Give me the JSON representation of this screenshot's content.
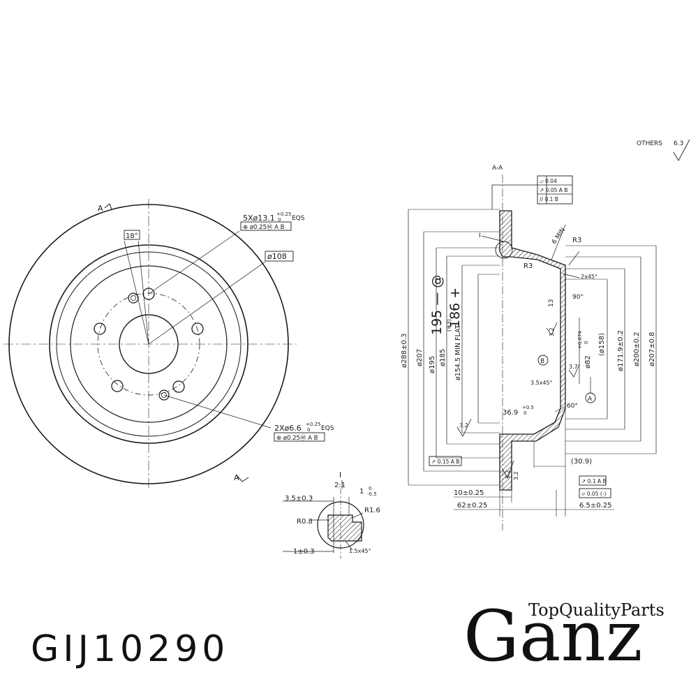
{
  "title_block": {
    "part_number": "GIJ10290",
    "brand": "Ganz",
    "tagline": "TopQualityParts"
  },
  "front_view": {
    "section_mark_top": "A",
    "section_mark_bottom": "A",
    "angle": "18°",
    "large_holes": "5Xø13.1",
    "large_holes_tol": "+0.25",
    "large_holes_tol_low": "0",
    "large_holes_eqs": "EQS",
    "large_holes_frame": "⊕ ø0.25Ⓜ A B",
    "pcd": "ø108",
    "small_holes": "2Xø6.6",
    "small_holes_tol": "+0.25",
    "small_holes_tol_low": "0",
    "small_holes_eqs": "EQS",
    "small_holes_frame": "⊕ ø0.25Ⓜ A B"
  },
  "detail_view": {
    "label": "I",
    "scale": "2:1",
    "dim_depth": "1",
    "dim_depth_tol": "0",
    "dim_depth_tol_low": "-0.5",
    "dim_top": "3.5±0.3",
    "dim_r16": "R1.6",
    "dim_r08": "R0.8",
    "dim_bottom": "1±0.3",
    "dim_chamfer": "1.5x45°"
  },
  "section_view": {
    "title": "A-A",
    "others": "OTHERS",
    "roughness_general": "6.3",
    "gdt_flatness": "⏥ 0.04",
    "gdt_runout": "↗ 0.05 A B",
    "gdt_parallel": "// 0.1 B",
    "detail_ref": "I",
    "dim_6min": "6 MIN",
    "dim_r3_top": "R3",
    "dim_r3_left": "R3",
    "dim_chamfer": "2x45°",
    "dim_13": "13",
    "dim_90": "90°",
    "dim_bore": "ø82",
    "dim_bore_tol": "+0.074",
    "dim_bore_tol_low": "0",
    "dim_158": "(ø158)",
    "dim_1719": "ø171.9±0.2",
    "dim_200": "ø200±0.2",
    "dim_207_right": "ø207±0.8",
    "dim_288": "ø288±0.3",
    "dim_207_left": "ø207",
    "dim_195": "ø195",
    "dim_185": "ø185",
    "dim_1545": "ø154.5 MIN FLAT",
    "hand_195": "195 — @",
    "hand_186": "186 +",
    "note_3": "(※3)",
    "datum_b": "B",
    "datum_a": "A",
    "dim_37": "3.7",
    "dim_35x45": "3.5x45°",
    "dim_369": "36.9",
    "dim_369_tol": "+0.5",
    "dim_369_tol_low": "0",
    "dim_60": "60°",
    "rough_32_a": "3.2",
    "rough_32_b": "3.2",
    "rough_32_c": "3.2",
    "rough_32_d": "3.2",
    "gdt_runout_left": "↗ 0.15 A B",
    "dim_309": "(30.9)",
    "gdt_runout_right": "↗ 0.1 A B",
    "gdt_cyl": "⌭ 0.05 (-)",
    "dim_10": "10±0.25",
    "dim_62": "62±0.25",
    "dim_65": "6.5±0.25"
  },
  "colors": {
    "ink": "#1a1a1a",
    "hatch": "#333333"
  }
}
